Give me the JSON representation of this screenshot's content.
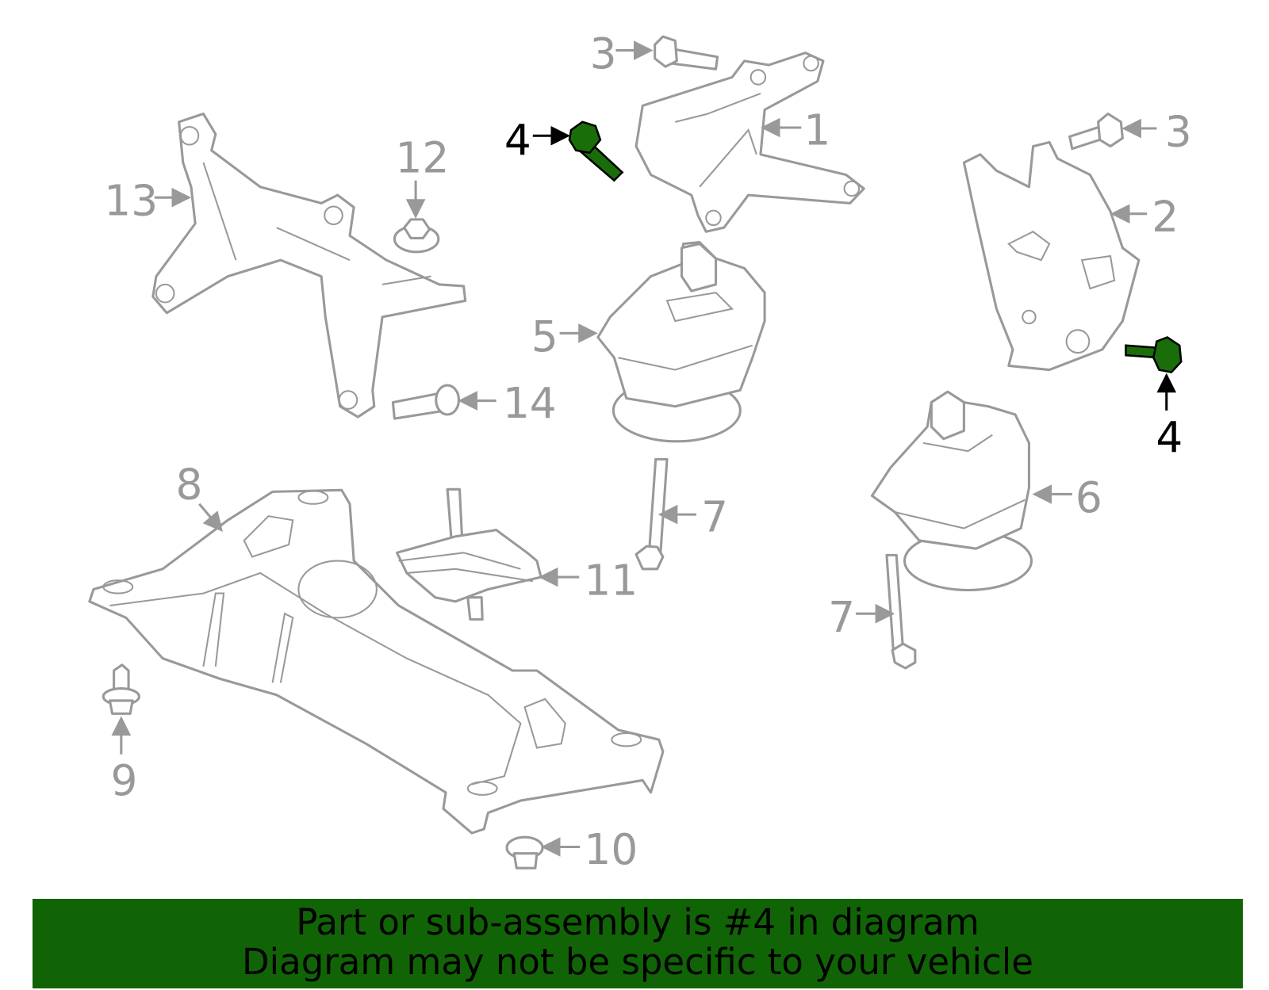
{
  "callouts": {
    "c1": "1",
    "c2": "2",
    "c3a": "3",
    "c3b": "3",
    "c4a": "4",
    "c4b": "4",
    "c5": "5",
    "c6": "6",
    "c7a": "7",
    "c7b": "7",
    "c8": "8",
    "c9": "9",
    "c10": "10",
    "c11": "11",
    "c12": "12",
    "c13": "13",
    "c14": "14"
  },
  "highlight_part": "4",
  "colors": {
    "highlight": "#1a6e0a",
    "banner": "#116406",
    "line": "#999999"
  },
  "banner": {
    "line1": "Part or sub-assembly is #4 in diagram",
    "line2": "Diagram may not be specific to your vehicle"
  }
}
